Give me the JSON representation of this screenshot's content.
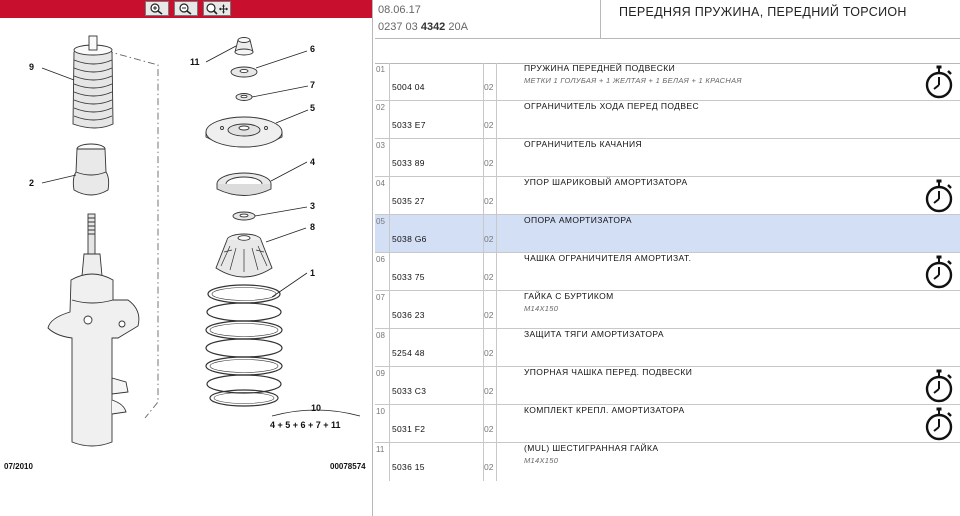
{
  "toolbar": {
    "zoom_in_icon": "zoom-in-icon",
    "zoom_out_icon": "zoom-out-icon",
    "pan_icon": "zoom-move-icon"
  },
  "diagram": {
    "callouts": [
      "1",
      "2",
      "3",
      "4",
      "5",
      "6",
      "7",
      "8",
      "9",
      "11"
    ],
    "kit_number": "10",
    "kit_formula": "4 + 5 + 6 + 7 + 11",
    "date_code": "07/2010",
    "image_code": "00078574"
  },
  "header": {
    "date": "08.06.17",
    "ref_prefix": "0237 03 ",
    "ref_bold": "4342",
    "ref_suffix": " 20A",
    "title": "ПЕРЕДНЯЯ ПРУЖИНА, ПЕРЕДНИЙ ТОРСИОН"
  },
  "colors": {
    "toolbar_red": "#c8102e",
    "selected_row": "#d3dff5"
  },
  "parts": [
    {
      "idx": "01",
      "ref": "5004 04",
      "qty": "02",
      "desc": "ПРУЖИНА ПЕРЕДНЕЙ ПОДВЕСКИ",
      "note": "МЕТКИ 1 ГОЛУБАЯ + 1 ЖЕЛТАЯ + 1 БЕЛАЯ + 1 КРАСНАЯ",
      "icon": "stopwatch-icon",
      "sel": false
    },
    {
      "idx": "02",
      "ref": "5033 E7",
      "qty": "02",
      "desc": "ОГРАНИЧИТЕЛЬ ХОДА ПЕРЕД ПОДВЕС",
      "note": "",
      "icon": "",
      "sel": false
    },
    {
      "idx": "03",
      "ref": "5033 89",
      "qty": "02",
      "desc": "ОГРАНИЧИТЕЛЬ КАЧАНИЯ",
      "note": "",
      "icon": "",
      "sel": false
    },
    {
      "idx": "04",
      "ref": "5035 27",
      "qty": "02",
      "desc": "УПОР ШАРИКОВЫЙ АМОРТИЗАТОРА",
      "note": "",
      "icon": "stopwatch-icon",
      "sel": false
    },
    {
      "idx": "05",
      "ref": "5038 G6",
      "qty": "02",
      "desc": "ОПОРА АМОРТИЗАТОРА",
      "note": "",
      "icon": "",
      "sel": true
    },
    {
      "idx": "06",
      "ref": "5033 75",
      "qty": "02",
      "desc": "ЧАШКА ОГРАНИЧИТЕЛЯ АМОРТИЗАТ.",
      "note": "",
      "icon": "stopwatch-icon",
      "sel": false
    },
    {
      "idx": "07",
      "ref": "5036 23",
      "qty": "02",
      "desc": "ГАЙКА С БУРТИКОМ",
      "note": "M14X150",
      "icon": "",
      "sel": false
    },
    {
      "idx": "08",
      "ref": "5254 48",
      "qty": "02",
      "desc": "ЗАЩИТА ТЯГИ АМОРТИЗАТОРА",
      "note": "",
      "icon": "",
      "sel": false
    },
    {
      "idx": "09",
      "ref": "5033 C3",
      "qty": "02",
      "desc": "УПОРНАЯ ЧАШКА ПЕРЕД. ПОДВЕСКИ",
      "note": "",
      "icon": "stopwatch-icon",
      "sel": false
    },
    {
      "idx": "10",
      "ref": "5031 F2",
      "qty": "02",
      "desc": "КОМПЛЕКТ КРЕПЛ. АМОРТИЗАТОРА",
      "note": "",
      "icon": "stopwatch-icon",
      "sel": false
    },
    {
      "idx": "11",
      "ref": "5036 15",
      "qty": "02",
      "desc": "(MUL) ШЕСТИГРАННАЯ ГАЙКА",
      "note": "M14X150",
      "icon": "",
      "sel": false
    }
  ]
}
